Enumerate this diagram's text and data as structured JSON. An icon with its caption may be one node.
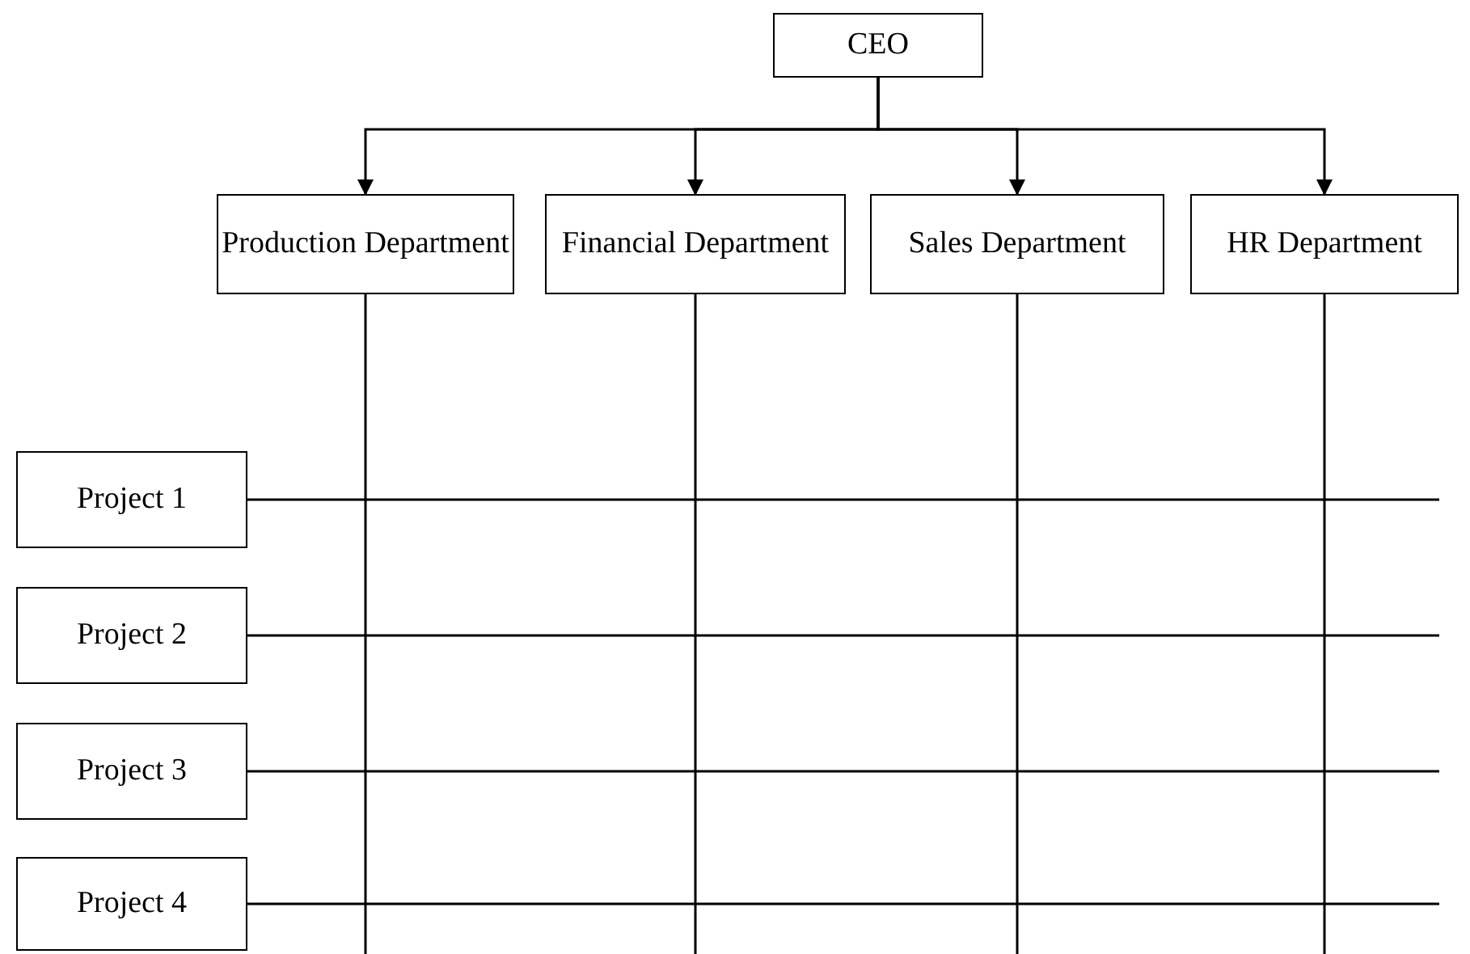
{
  "diagram": {
    "nodes": [
      {
        "text": [
          "CEO"
        ]
      },
      {
        "text": [
          "Production Department"
        ]
      },
      {
        "text": [
          "Financial Department"
        ]
      },
      {
        "text": [
          "Sales Department"
        ]
      },
      {
        "text": [
          "HR Department"
        ]
      },
      {
        "text": [
          "Project 1"
        ]
      },
      {
        "text": [
          "Project 2"
        ]
      },
      {
        "text": [
          "Project 3"
        ]
      },
      {
        "text": [
          "Project 4"
        ]
      }
    ],
    "edges": [
      {
        "from": 0,
        "to": 1,
        "arrow": "to"
      },
      {
        "from": 0,
        "to": 2,
        "arrow": "to"
      },
      {
        "from": 0,
        "to": 3,
        "arrow": "to"
      },
      {
        "from": 0,
        "to": 4,
        "arrow": "to"
      },
      {
        "from": 1,
        "to": null,
        "arrow": "none"
      },
      {
        "from": 2,
        "to": null,
        "arrow": "none"
      },
      {
        "from": 3,
        "to": null,
        "arrow": "none"
      },
      {
        "from": 4,
        "to": null,
        "arrow": "none"
      },
      {
        "from": 5,
        "to": null,
        "arrow": "none"
      },
      {
        "from": 6,
        "to": null,
        "arrow": "none"
      },
      {
        "from": 7,
        "to": null,
        "arrow": "none"
      },
      {
        "from": 8,
        "to": null,
        "arrow": "none"
      }
    ]
  }
}
